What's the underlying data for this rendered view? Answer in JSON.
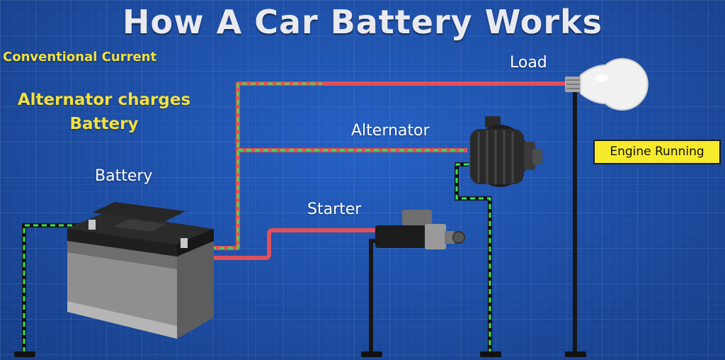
{
  "title": "How A Car Battery Works",
  "current_label": "Conventional Current",
  "message": [
    "Alternator charges",
    "Battery"
  ],
  "components": {
    "battery": "Battery",
    "alternator": "Alternator",
    "starter": "Starter",
    "load": "Load"
  },
  "status_badge": "Engine Running",
  "colors": {
    "background": "#1d4fa8",
    "positive_wire": "#e0505a",
    "ground_wire": "#1a1a1a",
    "current_flow": "#3ee04a",
    "title": "#e9eaf0",
    "highlight_text": "#f3e13b",
    "badge": "#f6ea2c"
  },
  "icons": [
    "battery-icon",
    "alternator-icon",
    "starter-motor-icon",
    "light-bulb-icon",
    "ground-terminal-icon"
  ]
}
